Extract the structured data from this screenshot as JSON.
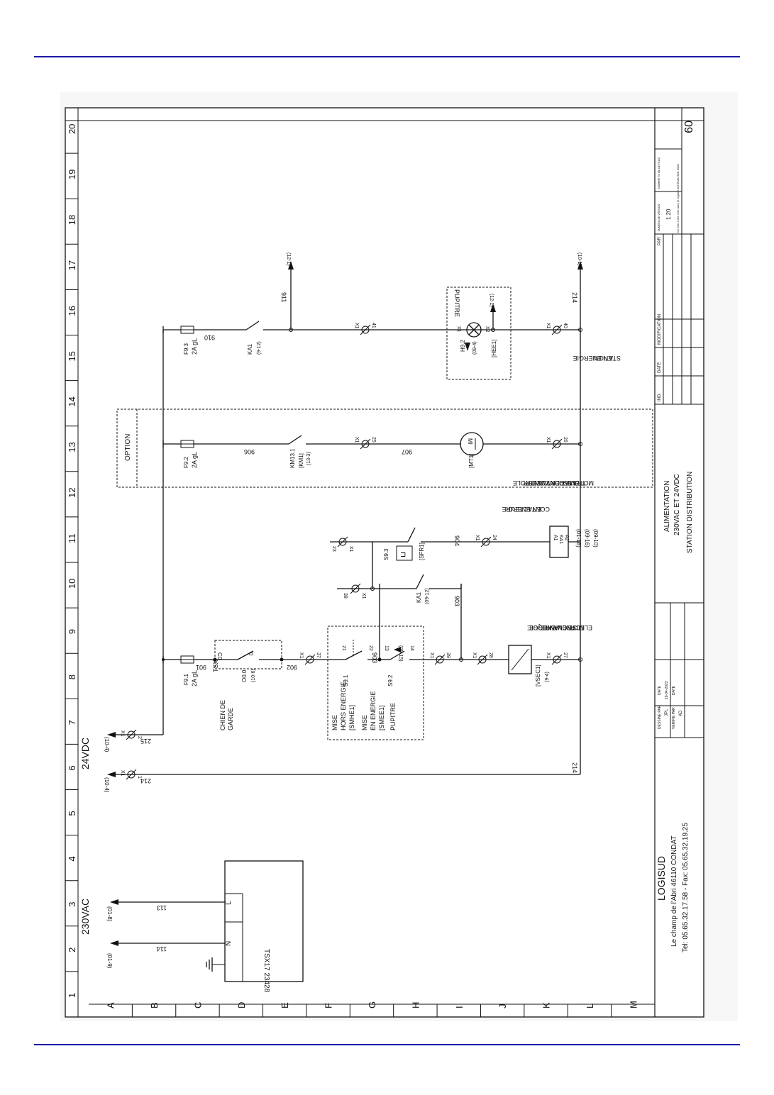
{
  "columns": [
    "1",
    "2",
    "3",
    "4",
    "5",
    "6",
    "7",
    "8",
    "9",
    "10",
    "11",
    "12",
    "13",
    "14",
    "15",
    "16",
    "17",
    "18",
    "19",
    "20"
  ],
  "rows": [
    "A",
    "B",
    "C",
    "D",
    "E",
    "F",
    "G",
    "H",
    "I",
    "J",
    "K",
    "L",
    "M"
  ],
  "supply": {
    "ac_label": "230VAC",
    "dc_label": "24VDC",
    "plc_label": "TSX17 23428",
    "terminal_n": "N",
    "terminal_l": "L",
    "wire_114": "114",
    "wire_113": "113",
    "wire_214": "214",
    "wire_215": "215",
    "wire_214_bus": "214",
    "ref_01_8": "(01-8)",
    "ref_01_9": "(01-9)",
    "ref_10_4a": "(10-4)",
    "ref_10_4b": "(10-4)",
    "x1_1": "X1",
    "x1_2": "X1",
    "term_1": "1",
    "term_2": "2"
  },
  "watchdog": {
    "label_line1": "CHIEN DE",
    "label_line2": "GARDE",
    "fuse": "F9.1",
    "fuse_rating": "2A gL",
    "tsx": "TSX",
    "contact": "O0.0",
    "contact_ref": "(10-6)",
    "c0": "C0",
    "o": "0",
    "wire_901": "901",
    "wire_902": "902",
    "term_37": "37",
    "x1_37": "X1"
  },
  "desk": {
    "title": "PUPITRE",
    "mise_hors_1": "MISE",
    "mise_hors_2": "HORS ENERGIE",
    "mise_hors_ref": "[SMHE1]",
    "mise_en_1": "MISE",
    "mise_en_2": "EN ENERGIE",
    "mise_en_ref": "[SMEE1]",
    "s9_1": "S9.1",
    "s9_2": "S9.2",
    "c21": "21",
    "c22": "22",
    "c13": "13",
    "c14": "14",
    "wire_903": "903",
    "ref_09_15": "(09-15)"
  },
  "contactor": {
    "label_line1": "CONTACTEUR",
    "label_line2": "EN ENERGIE",
    "ka1": "KA1",
    "a1": "A1",
    "a2": "A2",
    "ka1_contact": "KA1",
    "ka1_contact_ref": "(09-12)",
    "s93": "S9.3",
    "s93_ref": "[SFR1]",
    "wire_903b": "903",
    "wire_904": "904",
    "term_38": "38",
    "term_23": "23",
    "term_24": "24",
    "term_39": "39",
    "term_28": "28",
    "term_27": "27",
    "x1_38": "X1",
    "x1_23": "X1",
    "x1_24": "X1",
    "x1_39": "X1",
    "x1_28": "X1",
    "x1_27": "X1",
    "refs": [
      "(01-18)",
      "(09-16)",
      "(09-10)"
    ]
  },
  "valve": {
    "label_line1": "ELECTROVANNE",
    "label_line2": "MISE EN ENERGIE",
    "label_line3": "PNEUMATIQUE",
    "ref": "[VSEC1]",
    "ref2": "(9-4)"
  },
  "option": {
    "title": "OPTION",
    "fuse": "F9.2",
    "fuse_rating": "2A gL",
    "contactor": "KM13.1",
    "contactor_ref": "[KM1]",
    "contactor_ref2": "(13-3)",
    "wire_906": "906",
    "wire_907": "907",
    "term_25": "25",
    "term_26": "26",
    "x1_25": "X1",
    "x1_26": "X1",
    "motor": "[MT1]",
    "motor_symbol": "MI",
    "label_line1": "MOTEUR CONVOYEUR",
    "label_line2": "TRANSFERT VERS",
    "label_line3": "STATION CONTROLE"
  },
  "station": {
    "fuse": "F9.3",
    "fuse_rating": "2A gL",
    "wire_910": "910",
    "wire_911": "911",
    "wire_214": "214",
    "ka1": "KA1",
    "ka1_ref": "(9-12)",
    "term_41": "41",
    "term_40": "40",
    "x1_41": "X1",
    "x1_40": "X1",
    "desk_title": "PUPITRE",
    "lamp": "H9.2",
    "lamp_ref": "[HEE1]",
    "lamp_x1": "X1",
    "lamp_x2": "X2",
    "ref_09_4": "(09-4)",
    "ref_12_1": "(12-1)",
    "ref_12_1b": "(12-1)",
    "ref_10_1": "(10-1)",
    "label_line1": "STATION",
    "label_line2": "EN ENERGIE"
  },
  "titleblock": {
    "company": "LOGISUD",
    "address": "Le champ de l'Abri    46110 CONDAT",
    "phone": "Tel: 05.65.32.17.58  -  Fax: 05.65.32.19.25",
    "dessine_par": "DESSINE PAR",
    "dessine_val": "JPL",
    "verifie_par": "VERIFIE PAR",
    "verifie_val": "AD",
    "date_hdr": "DATE",
    "date_val": "19-04-2023",
    "date_hdr2": "DATE",
    "title1": "ALIMENTATION",
    "title2": "230VAC ET 24VDC",
    "title3": "STATION DISTRIBUTION",
    "ind": "IND.",
    "date_col": "DATE",
    "modification": "MODIFICATION",
    "par": "PAR",
    "version_hdr": "NUMERO DE VERSION",
    "version": "1.20",
    "note_hdr": "NOMBRE TOTAL DE FOLIO",
    "note": "Ce folio a été créé avec le logiciel SCHEMA SEE 3000",
    "folio": "09"
  }
}
